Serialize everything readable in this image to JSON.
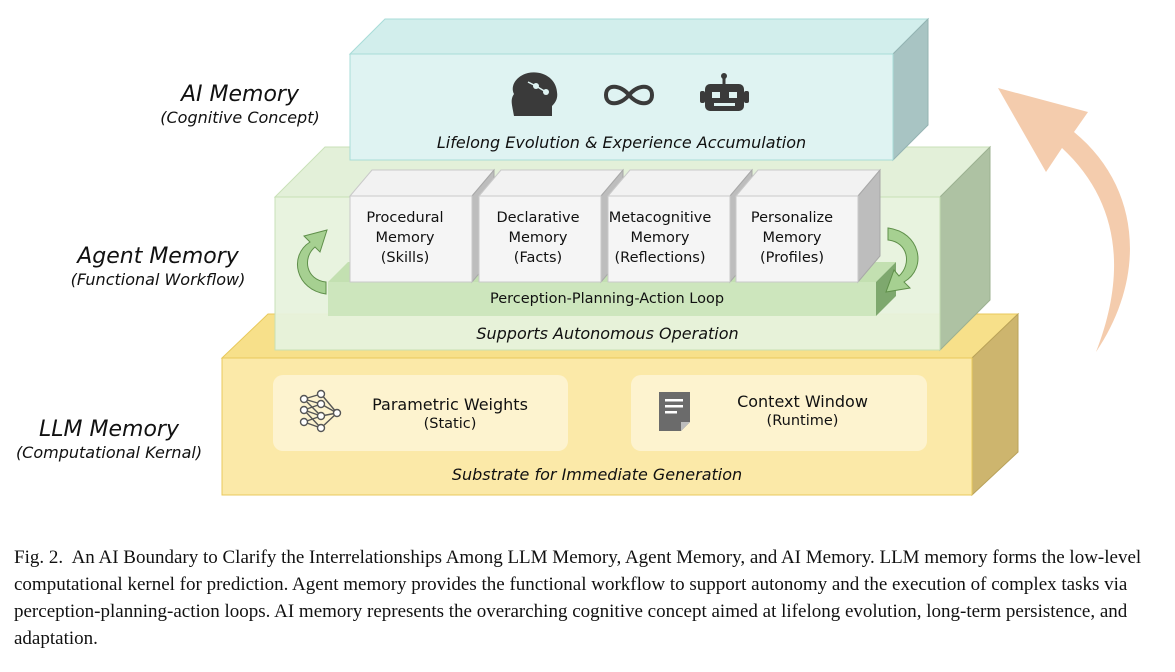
{
  "layers": {
    "ai": {
      "title": "AI Memory",
      "subtitle": "(Cognitive Concept)",
      "description": "Lifelong Evolution & Experience Accumulation",
      "icons": [
        "head-circuit-icon",
        "infinity-icon",
        "robot-icon"
      ],
      "color": "#dff3f2"
    },
    "agent": {
      "title": "Agent Memory",
      "subtitle": "(Functional Workflow)",
      "description": "Supports Autonomous Operation",
      "loop_label": "Perception-Planning-Action Loop",
      "color": "#e7f3de",
      "boxes": [
        {
          "line1": "Procedural",
          "line2": "Memory",
          "line3": "(Skills)"
        },
        {
          "line1": "Declarative",
          "line2": "Memory",
          "line3": "(Facts)"
        },
        {
          "line1": "Metacognitive",
          "line2": "Memory",
          "line3": "(Reflections)"
        },
        {
          "line1": "Personalize",
          "line2": "Memory",
          "line3": "(Profiles)"
        }
      ]
    },
    "llm": {
      "title": "LLM Memory",
      "subtitle": "(Computational Kernal)",
      "description": "Substrate for Immediate Generation",
      "color": "#fbe9a8",
      "cards": [
        {
          "title": "Parametric Weights",
          "sub": "(Static)",
          "icon": "neural-network-icon"
        },
        {
          "title": "Context Window",
          "sub": "(Runtime)",
          "icon": "document-icon"
        }
      ]
    }
  },
  "caption": {
    "label": "Fig. 2.",
    "text": "An AI Boundary to Clarify the Interrelationships Among LLM Memory, Agent Memory, and AI Memory. LLM memory forms the low-level computational kernel for prediction. Agent memory provides the functional workflow to support autonomy and the execution of complex tasks via perception-planning-action loops. AI memory represents the overarching cognitive concept aimed at lifelong evolution, long-term persistence, and adaptation."
  }
}
